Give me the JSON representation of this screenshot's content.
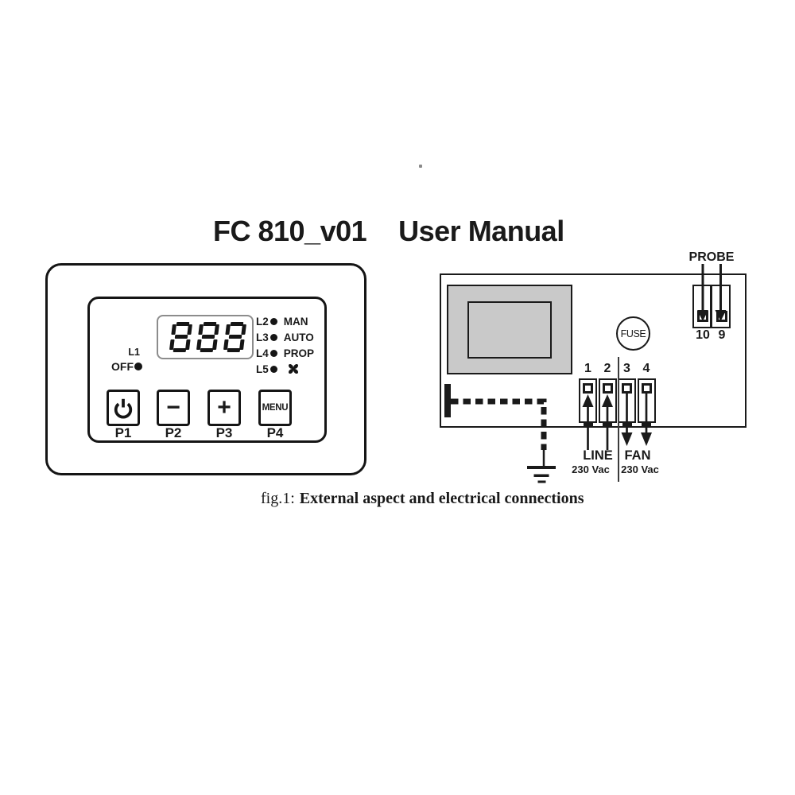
{
  "colors": {
    "ink": "#1a1a1a",
    "panel_gray": "#c9c9c9",
    "display_border": "#8c8c8c"
  },
  "title": {
    "model": "FC 810_v01",
    "doc": "User Manual"
  },
  "front_panel": {
    "display": {
      "value": "888"
    },
    "led_l1": {
      "id": "L1",
      "label": "OFF"
    },
    "leds": [
      {
        "id": "L2",
        "label": "MAN"
      },
      {
        "id": "L3",
        "label": "AUTO"
      },
      {
        "id": "L4",
        "label": "PROP"
      },
      {
        "id": "L5",
        "label": "",
        "icon": "fan-icon"
      }
    ],
    "buttons": [
      {
        "key": "P1",
        "glyph": "",
        "icon": "power-icon"
      },
      {
        "key": "P2",
        "glyph": "−"
      },
      {
        "key": "P3",
        "glyph": "+"
      },
      {
        "key": "P4",
        "glyph": "MENU"
      }
    ]
  },
  "wiring": {
    "probe_label": "PROBE",
    "probe_terminals": [
      "10",
      "9"
    ],
    "fuse_label": "FUSE",
    "terminal_numbers": [
      "1",
      "2",
      "3",
      "4"
    ],
    "line": {
      "label": "LINE",
      "voltage": "230 Vac"
    },
    "fan": {
      "label": "FAN",
      "voltage": "230 Vac"
    }
  },
  "figure_caption": {
    "prefix": "fig.1:",
    "bold": "External aspect and electrical connections"
  }
}
